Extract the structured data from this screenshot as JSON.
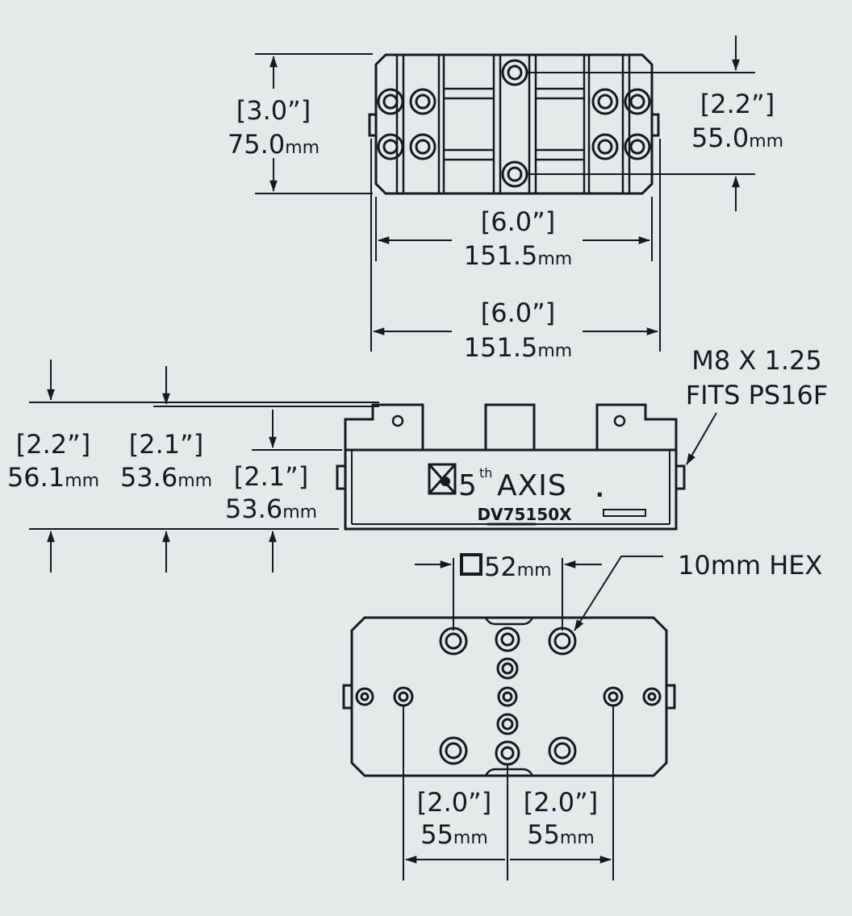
{
  "colors": {
    "background": "#e6e9ea",
    "ink": "#141a1f"
  },
  "top_view": {
    "height": {
      "in": "[3.0”]",
      "mm_value": "75.0",
      "mm_unit": "mm"
    },
    "hole_spacing": {
      "in": "[2.2”]",
      "mm_value": "55.0",
      "mm_unit": "mm"
    },
    "inner_width": {
      "in": "[6.0”]",
      "mm_value": "151.5",
      "mm_unit": "mm"
    },
    "outer_width": {
      "in": "[6.0”]",
      "mm_value": "151.5",
      "mm_unit": "mm"
    }
  },
  "side_view": {
    "thread_note": {
      "line1": "M8 X 1.25",
      "line2": "FITS PS16F"
    },
    "overall_height": {
      "in": "[2.2”]",
      "mm_value": "56.1",
      "mm_unit": "mm"
    },
    "jaw_height": {
      "in": "[2.1”]",
      "mm_value": "53.6",
      "mm_unit": "mm"
    },
    "body_height": {
      "in": "[2.1”]",
      "mm_value": "53.6",
      "mm_unit": "mm"
    },
    "logo": {
      "mark": "5",
      "superscript": "th",
      "word": "AXIS",
      "registered": "."
    },
    "model": "DV75150X"
  },
  "bottom_view": {
    "square_spacing": {
      "mm_value": "52",
      "mm_unit": "mm"
    },
    "hex_note": "10mm HEX",
    "left_spacing": {
      "in": "[2.0”]",
      "mm_value": "55",
      "mm_unit": "mm"
    },
    "right_spacing": {
      "in": "[2.0”]",
      "mm_value": "55",
      "mm_unit": "mm"
    }
  }
}
